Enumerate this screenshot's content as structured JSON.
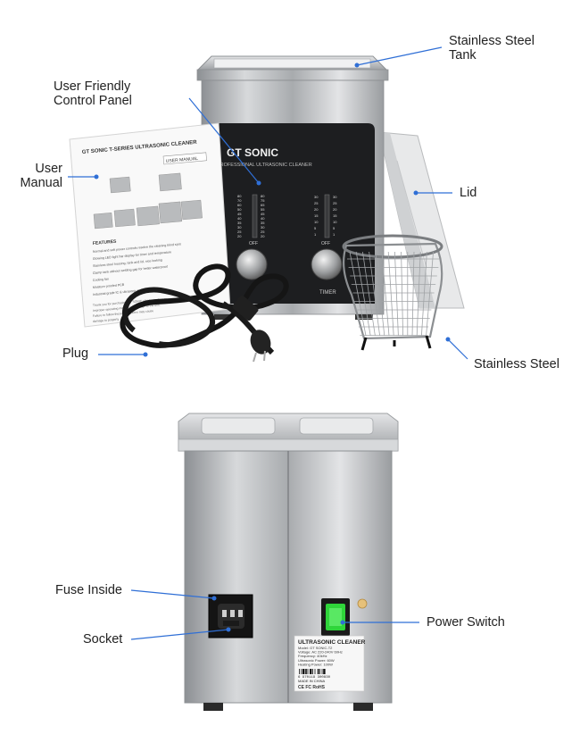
{
  "labels": {
    "tank": "Stainless Steel\nTank",
    "control_panel": "User Friendly\nControl Panel",
    "manual": "User\nManual",
    "lid": "Lid",
    "plug": "Plug",
    "basket": "Stainless Steel",
    "fuse": "Fuse Inside",
    "socket": "Socket",
    "power_switch": "Power Switch"
  },
  "product": {
    "brand": "GT SONIC",
    "panel_subtitle": "PROFESSIONAL ULTRASONIC CLEANER",
    "timer_label": "TIMER",
    "off_left": "OFF",
    "off_right": "OFF",
    "heater_scale": [
      "80",
      "70",
      "60",
      "50",
      "45",
      "40",
      "35",
      "30",
      "25",
      "20"
    ],
    "heater_scale_f": [
      "80",
      "75",
      "65",
      "55",
      "45",
      "40",
      "35",
      "30",
      "25",
      "20"
    ],
    "timer_scale": [
      "30",
      "25",
      "20",
      "15",
      "10",
      "5",
      "1"
    ],
    "timer_scale_r": [
      "30",
      "25",
      "20",
      "15",
      "10",
      "5",
      "1"
    ]
  },
  "manual_booklet": {
    "header": "GT SONIC T-SERIES ULTRASONIC CLEANER",
    "tag": "USER MANUAL",
    "features_title": "FEATURES",
    "features": [
      "Normal and soft power controls resolve the cleaning blind spot",
      "Glowing LED light bar display for timer and temperature",
      "Stainless steel housing, tank and lid, nice looking",
      "Clamp tank without welding gap for better waterproof",
      "Cooling fan",
      "Moisture proofed PCB",
      "Industrial grade IC & ultrasonic transducer"
    ],
    "footer_lines": [
      "Thank you for purchasing GT SONIC ultrasonic cleaner.",
      "Improper operating may cause damage to the unit.",
      "Failure to follow these instructions may cause",
      "damage to property"
    ]
  },
  "nameplate": {
    "title": "ULTRASONIC CLEANER",
    "lines": [
      "Model: GT SONIC-T2",
      "Voltage: AC 220-240V 60Hz",
      "Frequency: 40kHz",
      "Ultrasonic Power: 60W",
      "Heating Power: 100W"
    ],
    "barcode_number": "6 970119 300830",
    "made_in": "MADE IN CHINA",
    "marks": "CE FC RoHS"
  }
}
